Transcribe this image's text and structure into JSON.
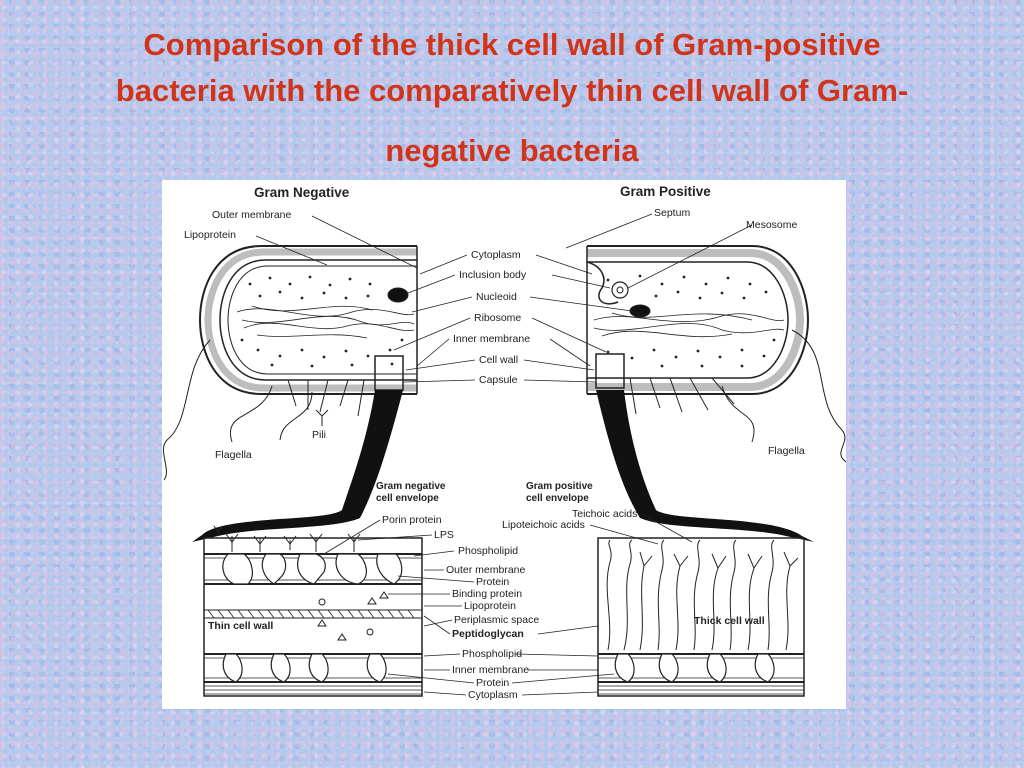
{
  "title": {
    "line1": "Comparison of the thick cell wall of Gram-positive",
    "line2": "bacteria with the comparatively thin cell wall of Gram-",
    "line3": "negative bacteria"
  },
  "diagram": {
    "gram_negative_heading": "Gram Negative",
    "gram_positive_heading": "Gram Positive",
    "left_labels": {
      "outer_membrane": "Outer membrane",
      "lipoprotein": "Lipoprotein",
      "pili": "Pili",
      "flagella": "Flagella"
    },
    "right_labels": {
      "septum": "Septum",
      "mesosome": "Mesosome",
      "flagella": "Flagella"
    },
    "center_labels": [
      "Cytoplasm",
      "Inclusion body",
      "Nucleoid",
      "Ribosome",
      "Inner membrane",
      "Cell wall",
      "Capsule"
    ],
    "gram_negative_envelope": "Gram negative",
    "gram_negative_envelope_line2": "cell envelope",
    "gram_positive_envelope": "Gram positive",
    "gram_positive_envelope_line2": "cell envelope",
    "envelope_labels": [
      "Porin protein",
      "LPS",
      "Phospholipid",
      "Outer membrane",
      "Protein",
      "Binding protein",
      "Lipoprotein",
      "Periplasmic space",
      "Peptidoglycan",
      "Phospholipid",
      "Inner membrane",
      "Protein",
      "Cytoplasm"
    ],
    "teichoic_acids": "Teichoic acids",
    "lipoteichoic_acids": "Lipoteichoic acids",
    "thin_cell_wall": "Thin cell wall",
    "thick_cell_wall": "Thick cell wall"
  }
}
